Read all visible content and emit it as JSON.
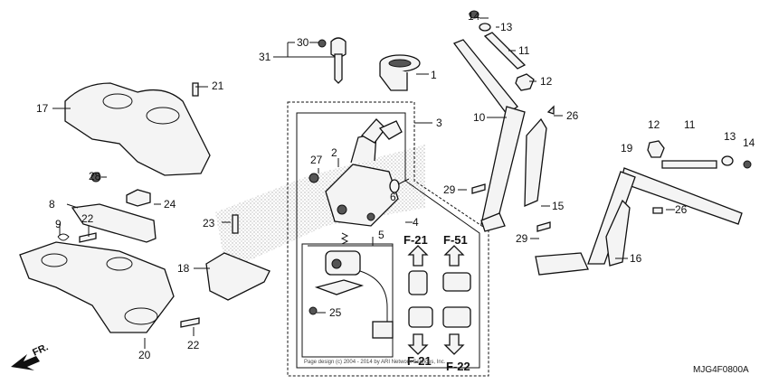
{
  "callouts": [
    {
      "id": "c14a",
      "text": "14"
    },
    {
      "id": "c13a",
      "text": "13"
    },
    {
      "id": "c11a",
      "text": "11"
    },
    {
      "id": "c12a",
      "text": "12"
    },
    {
      "id": "c1",
      "text": "1"
    },
    {
      "id": "c30",
      "text": "30"
    },
    {
      "id": "c31",
      "text": "31"
    },
    {
      "id": "c21",
      "text": "21"
    },
    {
      "id": "c17",
      "text": "17"
    },
    {
      "id": "c3",
      "text": "3"
    },
    {
      "id": "c10",
      "text": "10"
    },
    {
      "id": "c26a",
      "text": "26"
    },
    {
      "id": "c27",
      "text": "27"
    },
    {
      "id": "c2",
      "text": "2"
    },
    {
      "id": "c12b",
      "text": "12"
    },
    {
      "id": "c11b",
      "text": "11"
    },
    {
      "id": "c13b",
      "text": "13"
    },
    {
      "id": "c14b",
      "text": "14"
    },
    {
      "id": "c28",
      "text": "28"
    },
    {
      "id": "c19",
      "text": "19"
    },
    {
      "id": "c6",
      "text": "6"
    },
    {
      "id": "c29a",
      "text": "29"
    },
    {
      "id": "c8",
      "text": "8"
    },
    {
      "id": "c24",
      "text": "24"
    },
    {
      "id": "c15",
      "text": "15"
    },
    {
      "id": "c26b",
      "text": "26"
    },
    {
      "id": "c4",
      "text": "4"
    },
    {
      "id": "c9",
      "text": "9"
    },
    {
      "id": "c22a",
      "text": "22"
    },
    {
      "id": "c23",
      "text": "23"
    },
    {
      "id": "c29b",
      "text": "29"
    },
    {
      "id": "c5",
      "text": "5"
    },
    {
      "id": "c16",
      "text": "16"
    },
    {
      "id": "c18",
      "text": "18"
    },
    {
      "id": "c25",
      "text": "25"
    },
    {
      "id": "c22b",
      "text": "22"
    },
    {
      "id": "c20",
      "text": "20"
    }
  ],
  "flow_labels": {
    "f21_top": "F-21",
    "f51_top": "F-51",
    "f21_bottom": "F-21",
    "f22_bottom": "F-22"
  },
  "copyright": "Page design (c) 2004 - 2014 by ARI Network Services, Inc.",
  "diagram_code": "MJG4F0800A",
  "front_label": "FR."
}
